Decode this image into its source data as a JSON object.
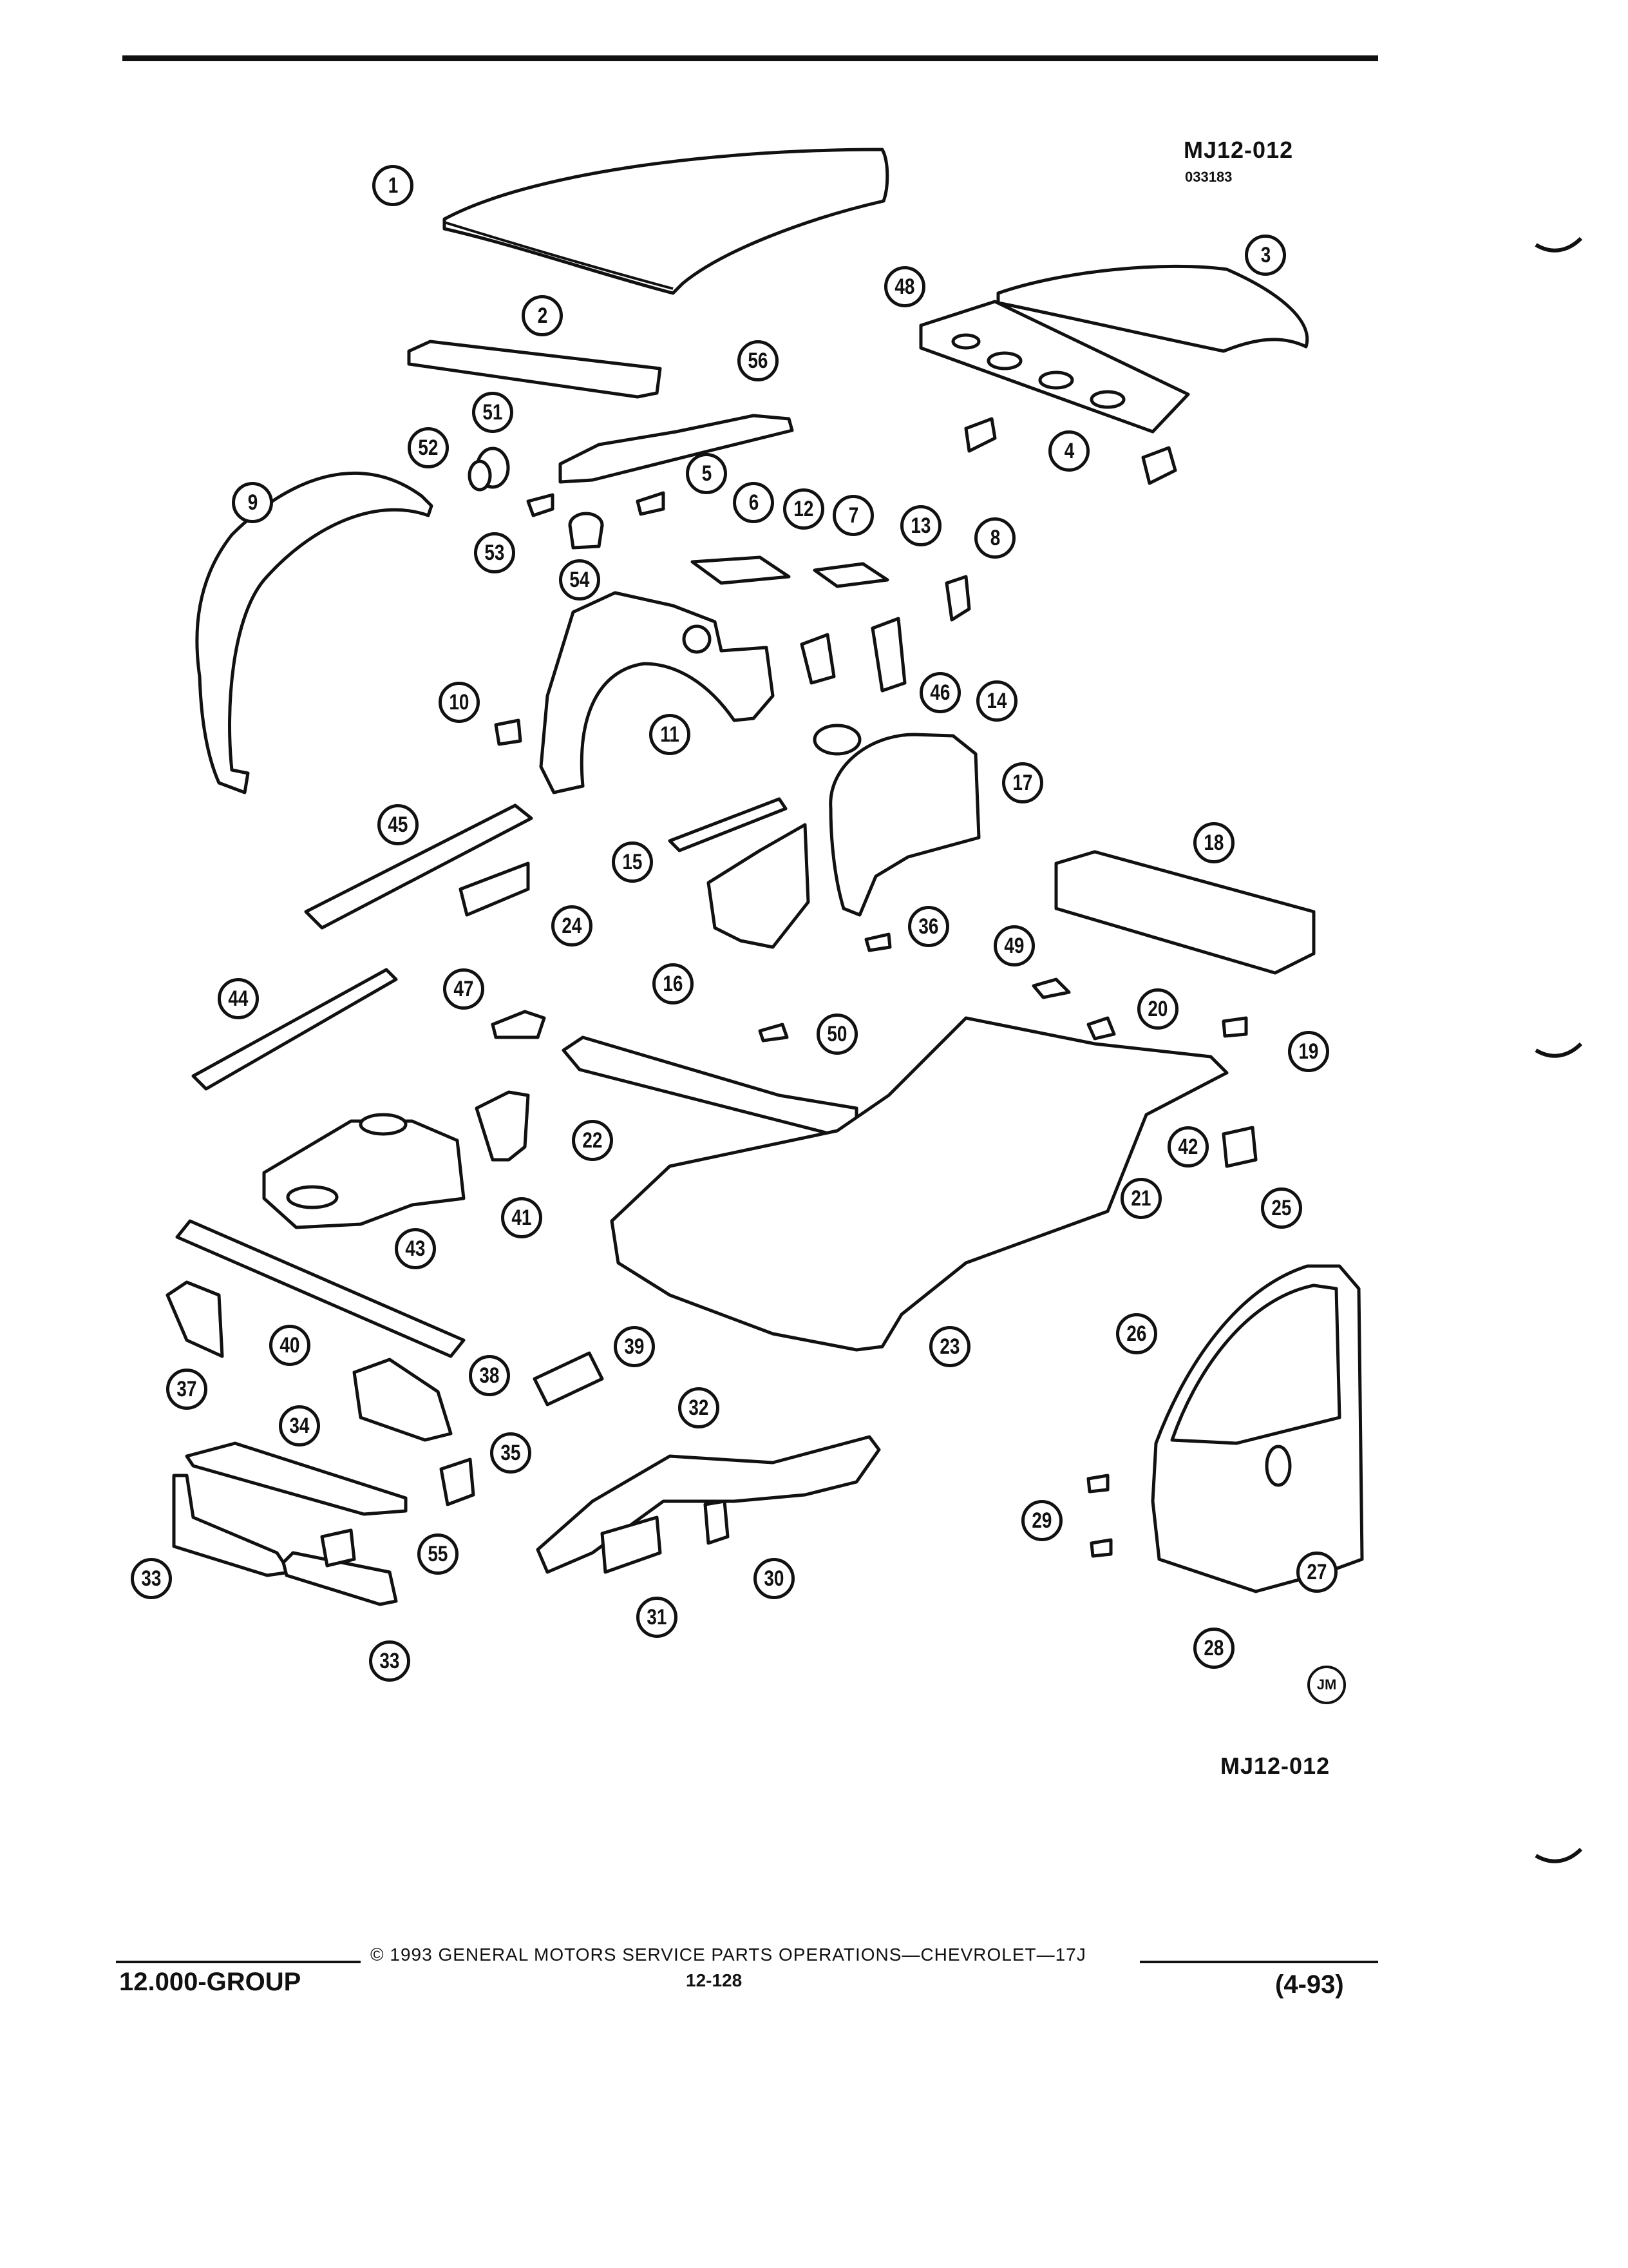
{
  "figure": {
    "code_top": "MJ12-012",
    "code_sub": "033183",
    "code_bottom": "MJ12-012",
    "artist_mark": "JM"
  },
  "footer": {
    "group": "12.000-GROUP",
    "copyright": "© 1993 GENERAL MOTORS SERVICE PARTS OPERATIONS—CHEVROLET—17J",
    "page": "12-128",
    "date": "(4-93)"
  },
  "callouts": [
    {
      "id": "c1",
      "label": "1"
    },
    {
      "id": "c2",
      "label": "2"
    },
    {
      "id": "c3",
      "label": "3"
    },
    {
      "id": "c4",
      "label": "4"
    },
    {
      "id": "c5",
      "label": "5"
    },
    {
      "id": "c6",
      "label": "6"
    },
    {
      "id": "c7",
      "label": "7"
    },
    {
      "id": "c8",
      "label": "8"
    },
    {
      "id": "c9",
      "label": "9"
    },
    {
      "id": "c10",
      "label": "10"
    },
    {
      "id": "c11",
      "label": "11"
    },
    {
      "id": "c12",
      "label": "12"
    },
    {
      "id": "c13",
      "label": "13"
    },
    {
      "id": "c14",
      "label": "14"
    },
    {
      "id": "c15",
      "label": "15"
    },
    {
      "id": "c16",
      "label": "16"
    },
    {
      "id": "c17",
      "label": "17"
    },
    {
      "id": "c18",
      "label": "18"
    },
    {
      "id": "c19",
      "label": "19"
    },
    {
      "id": "c20",
      "label": "20"
    },
    {
      "id": "c21",
      "label": "21"
    },
    {
      "id": "c22",
      "label": "22"
    },
    {
      "id": "c23",
      "label": "23"
    },
    {
      "id": "c24",
      "label": "24"
    },
    {
      "id": "c25",
      "label": "25"
    },
    {
      "id": "c26",
      "label": "26"
    },
    {
      "id": "c27",
      "label": "27"
    },
    {
      "id": "c28",
      "label": "28"
    },
    {
      "id": "c29",
      "label": "29"
    },
    {
      "id": "c30",
      "label": "30"
    },
    {
      "id": "c31",
      "label": "31"
    },
    {
      "id": "c32",
      "label": "32"
    },
    {
      "id": "c33a",
      "label": "33"
    },
    {
      "id": "c33b",
      "label": "33"
    },
    {
      "id": "c34",
      "label": "34"
    },
    {
      "id": "c35",
      "label": "35"
    },
    {
      "id": "c36",
      "label": "36"
    },
    {
      "id": "c37",
      "label": "37"
    },
    {
      "id": "c38",
      "label": "38"
    },
    {
      "id": "c39",
      "label": "39"
    },
    {
      "id": "c40",
      "label": "40"
    },
    {
      "id": "c41",
      "label": "41"
    },
    {
      "id": "c42",
      "label": "42"
    },
    {
      "id": "c43",
      "label": "43"
    },
    {
      "id": "c44",
      "label": "44"
    },
    {
      "id": "c45",
      "label": "45"
    },
    {
      "id": "c46",
      "label": "46"
    },
    {
      "id": "c47",
      "label": "47"
    },
    {
      "id": "c48",
      "label": "48"
    },
    {
      "id": "c49",
      "label": "49"
    },
    {
      "id": "c50",
      "label": "50"
    },
    {
      "id": "c51",
      "label": "51"
    },
    {
      "id": "c52",
      "label": "52"
    },
    {
      "id": "c53",
      "label": "53"
    },
    {
      "id": "c54",
      "label": "54"
    },
    {
      "id": "c55",
      "label": "55"
    },
    {
      "id": "c56",
      "label": "56"
    }
  ]
}
